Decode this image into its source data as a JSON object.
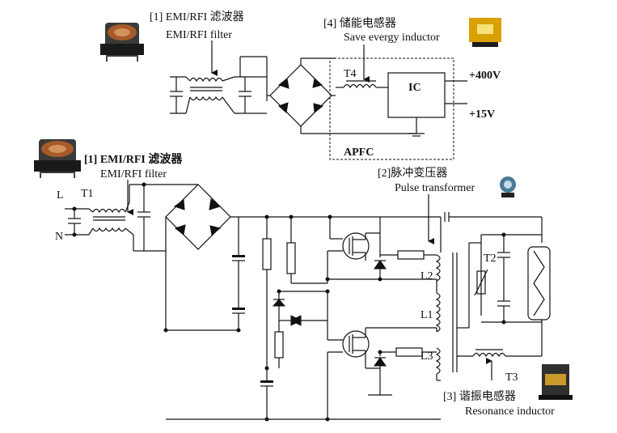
{
  "top_filter_label_cn": "[1] EMI/RFI 滤波器",
  "top_filter_label_en": "EMI/RFI filter",
  "save_inductor_label_cn": "[4]  储能电感器",
  "save_inductor_label_en": "Save evergy inductor",
  "t4_label": "T4",
  "ic_label": "IC",
  "out_400v": "+400V",
  "out_15v": "+15V",
  "apfc_label": "APFC",
  "main_filter_label_cn": "[1] EMI/RFI 滤波器",
  "main_filter_label_en": "EMI/RFI filter",
  "l_label": "L",
  "n_label": "N",
  "t1_label": "T1",
  "pulse_label_cn": "[2]脉冲变压器",
  "pulse_label_en": "Pulse transformer",
  "l1_label": "L1",
  "l2_label": "L2",
  "l3_label": "L3",
  "t2_label": "T2",
  "t3_label": "T3",
  "reso_label_cn": "[3]  谐振电感器",
  "reso_label_en": "Resonance inductor"
}
